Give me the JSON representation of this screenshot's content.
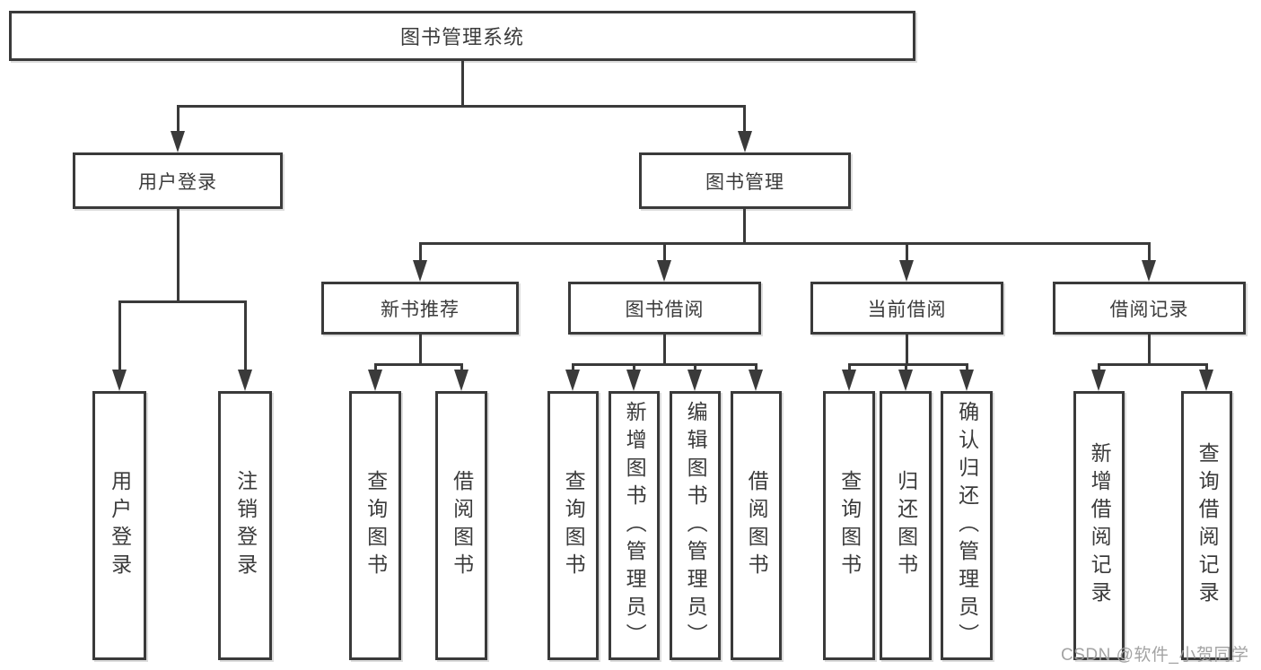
{
  "diagram": {
    "root": "图书管理系统",
    "branches": [
      "用户登录",
      "图书管理"
    ],
    "modules": [
      "新书推荐",
      "图书借阅",
      "当前借阅",
      "借阅记录"
    ],
    "groups": [
      {
        "parent": "用户登录",
        "children": [
          "用户登录",
          "注销登录"
        ]
      },
      {
        "parent": "新书推荐",
        "children": [
          "查询图书",
          "借阅图书"
        ]
      },
      {
        "parent": "图书借阅",
        "children": [
          "查询图书",
          "新增图书（管理员）",
          "编辑图书（管理员）",
          "借阅图书"
        ]
      },
      {
        "parent": "当前借阅",
        "children": [
          "查询图书",
          "归还图书",
          "确认归还（管理员）"
        ]
      },
      {
        "parent": "借阅记录",
        "children": [
          "新增借阅记录",
          "查询借阅记录"
        ]
      }
    ]
  },
  "watermark": "CSDN @软件_小贺同学",
  "colors": {
    "line": "#3a3a3a",
    "box_border": "#3a3a3a",
    "box_background": "#ffffff",
    "text": "#3b3b3b",
    "watermark": "#9e9e9e",
    "page_background": "#ffffff"
  }
}
